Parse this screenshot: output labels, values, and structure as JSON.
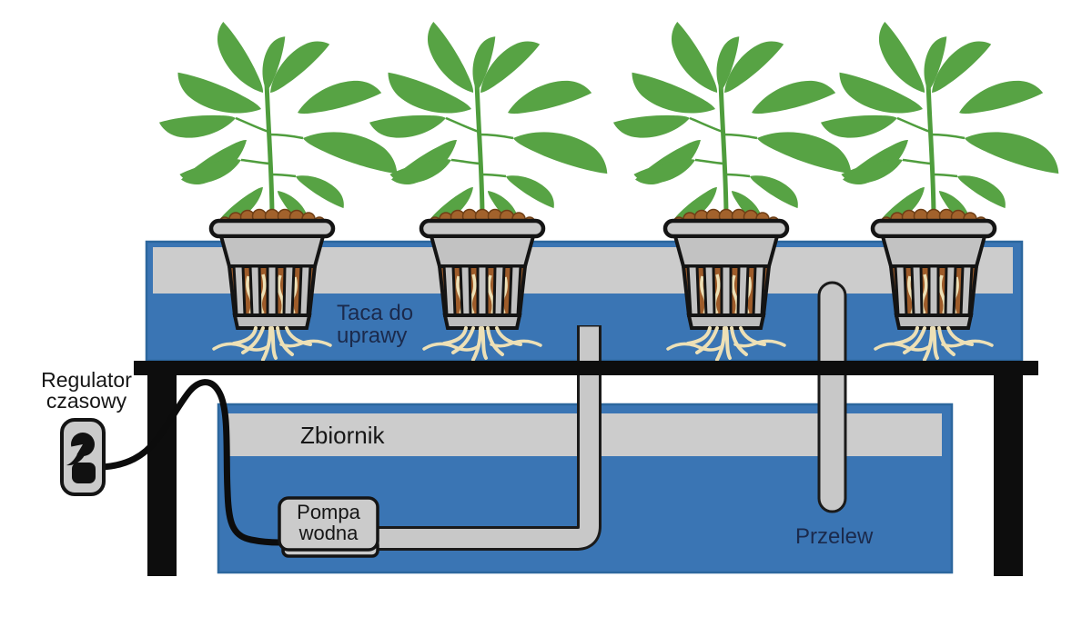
{
  "diagram": {
    "labels": {
      "timer_line1": "Regulator",
      "timer_line2": "czasowy",
      "tray_line1": "Taca do",
      "tray_line2": "uprawy",
      "reservoir": "Zbiornik",
      "pump_line1": "Pompa",
      "pump_line2": "wodna",
      "overflow": "Przelew"
    },
    "plant_count": "4",
    "colors": {
      "water_blue": "#3A75B4",
      "container_border": "#2C679E",
      "band_gray": "#CCCCCC",
      "pot_gray": "#C3C3C3",
      "pot_rim_gray": "#C9C9C9",
      "medium_brown": "#9E5C2A",
      "pebble_brown": "#A2622C",
      "root_cream": "#EDE0B6",
      "leaf_green": "#57A344",
      "stem_green": "#4F9D3D",
      "pipe_gray": "#C8C8C8",
      "frame_black": "#0D0D0D",
      "label_navy": "#1B2A4C",
      "label_black": "#161616"
    }
  }
}
